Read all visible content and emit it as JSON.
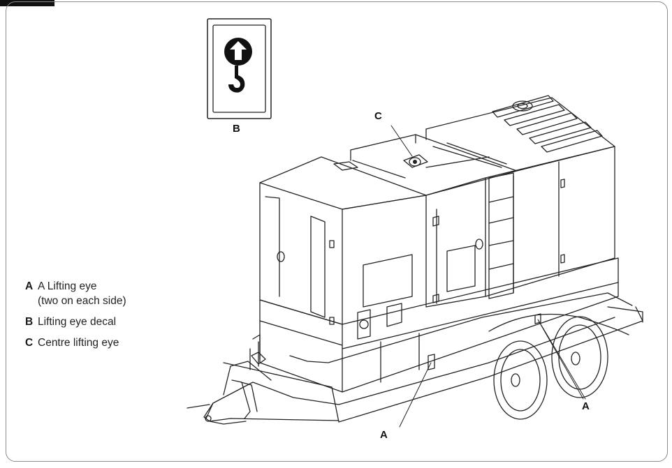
{
  "callouts": {
    "a": "A",
    "b": "B",
    "c": "C"
  },
  "legend": [
    {
      "key": "A",
      "text": "A Lifting eye\n(two on each side)"
    },
    {
      "key": "B",
      "text": "Lifting eye decal"
    },
    {
      "key": "C",
      "text": "Centre lifting eye"
    }
  ]
}
